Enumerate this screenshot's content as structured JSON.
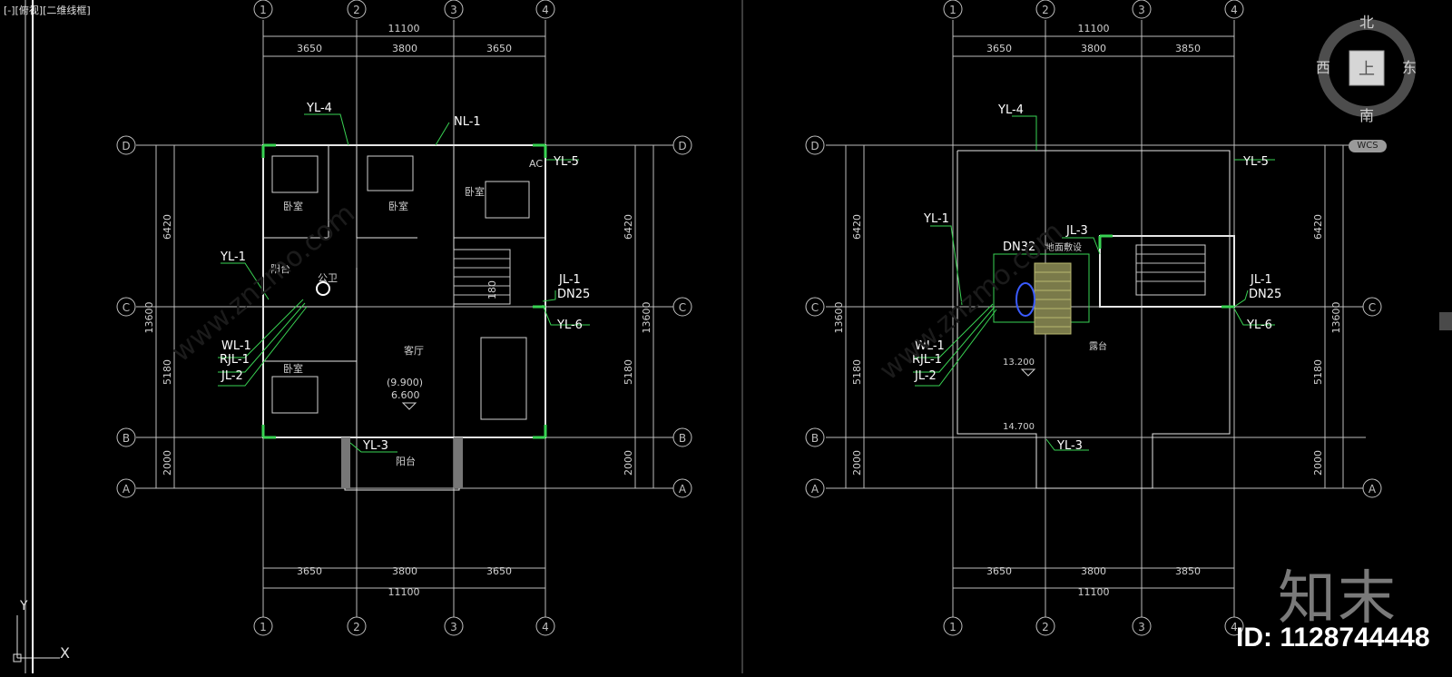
{
  "viewport": {
    "label": "[-][俯视][二维线框]"
  },
  "compass": {
    "north": "北",
    "south": "南",
    "east": "东",
    "west": "西",
    "center": "上",
    "wcs": "WCS"
  },
  "ucs": {
    "y": "Y",
    "x": "X"
  },
  "watermark": {
    "logo": "知末",
    "id": "ID: 1128744448",
    "site": "www.znzmo.com"
  },
  "axes": {
    "cols": [
      "1",
      "2",
      "3",
      "4"
    ],
    "rows": [
      "D",
      "C",
      "B",
      "A"
    ]
  },
  "left_plan": {
    "total_width": "11100",
    "spans": [
      "3650",
      "3800",
      "3650"
    ],
    "row_dims": [
      "6420",
      "5180",
      "2000"
    ],
    "total_depth": "13600",
    "labels": {
      "yl4": "YL-4",
      "nl1": "NL-1",
      "yl5": "YL-5",
      "yl1": "YL-1",
      "jl1": "JL-1",
      "dn25": "DN25",
      "yl6": "YL-6",
      "wl1": "WL-1",
      "rjl1": "RJL-1",
      "jl2": "JL-2",
      "yl3": "YL-3",
      "elev1": "(9.900)",
      "elev2": "6.600",
      "living": "客厅",
      "balcony": "阳台",
      "bedroom": "卧室",
      "toilet": "公卫",
      "ac": "AC",
      "n180": "180"
    }
  },
  "right_plan": {
    "total_width": "11100",
    "spans": [
      "3650",
      "3800",
      "3850"
    ],
    "row_dims": [
      "6420",
      "5180",
      "2000"
    ],
    "total_depth": "13600",
    "labels": {
      "yl4": "YL-4",
      "yl5": "YL-5",
      "yl1": "YL-1",
      "jl3": "JL-3",
      "dn32": "DN32",
      "floor_drain": "地面敷设",
      "jl1": "JL-1",
      "dn25": "DN25",
      "yl6": "YL-6",
      "wl1": "WL-1",
      "rjl1": "RJL-1",
      "jl2": "JL-2",
      "elev_a": "13.200",
      "elev_b": "14.700",
      "yl3": "YL-3",
      "terrace": "露台"
    }
  }
}
